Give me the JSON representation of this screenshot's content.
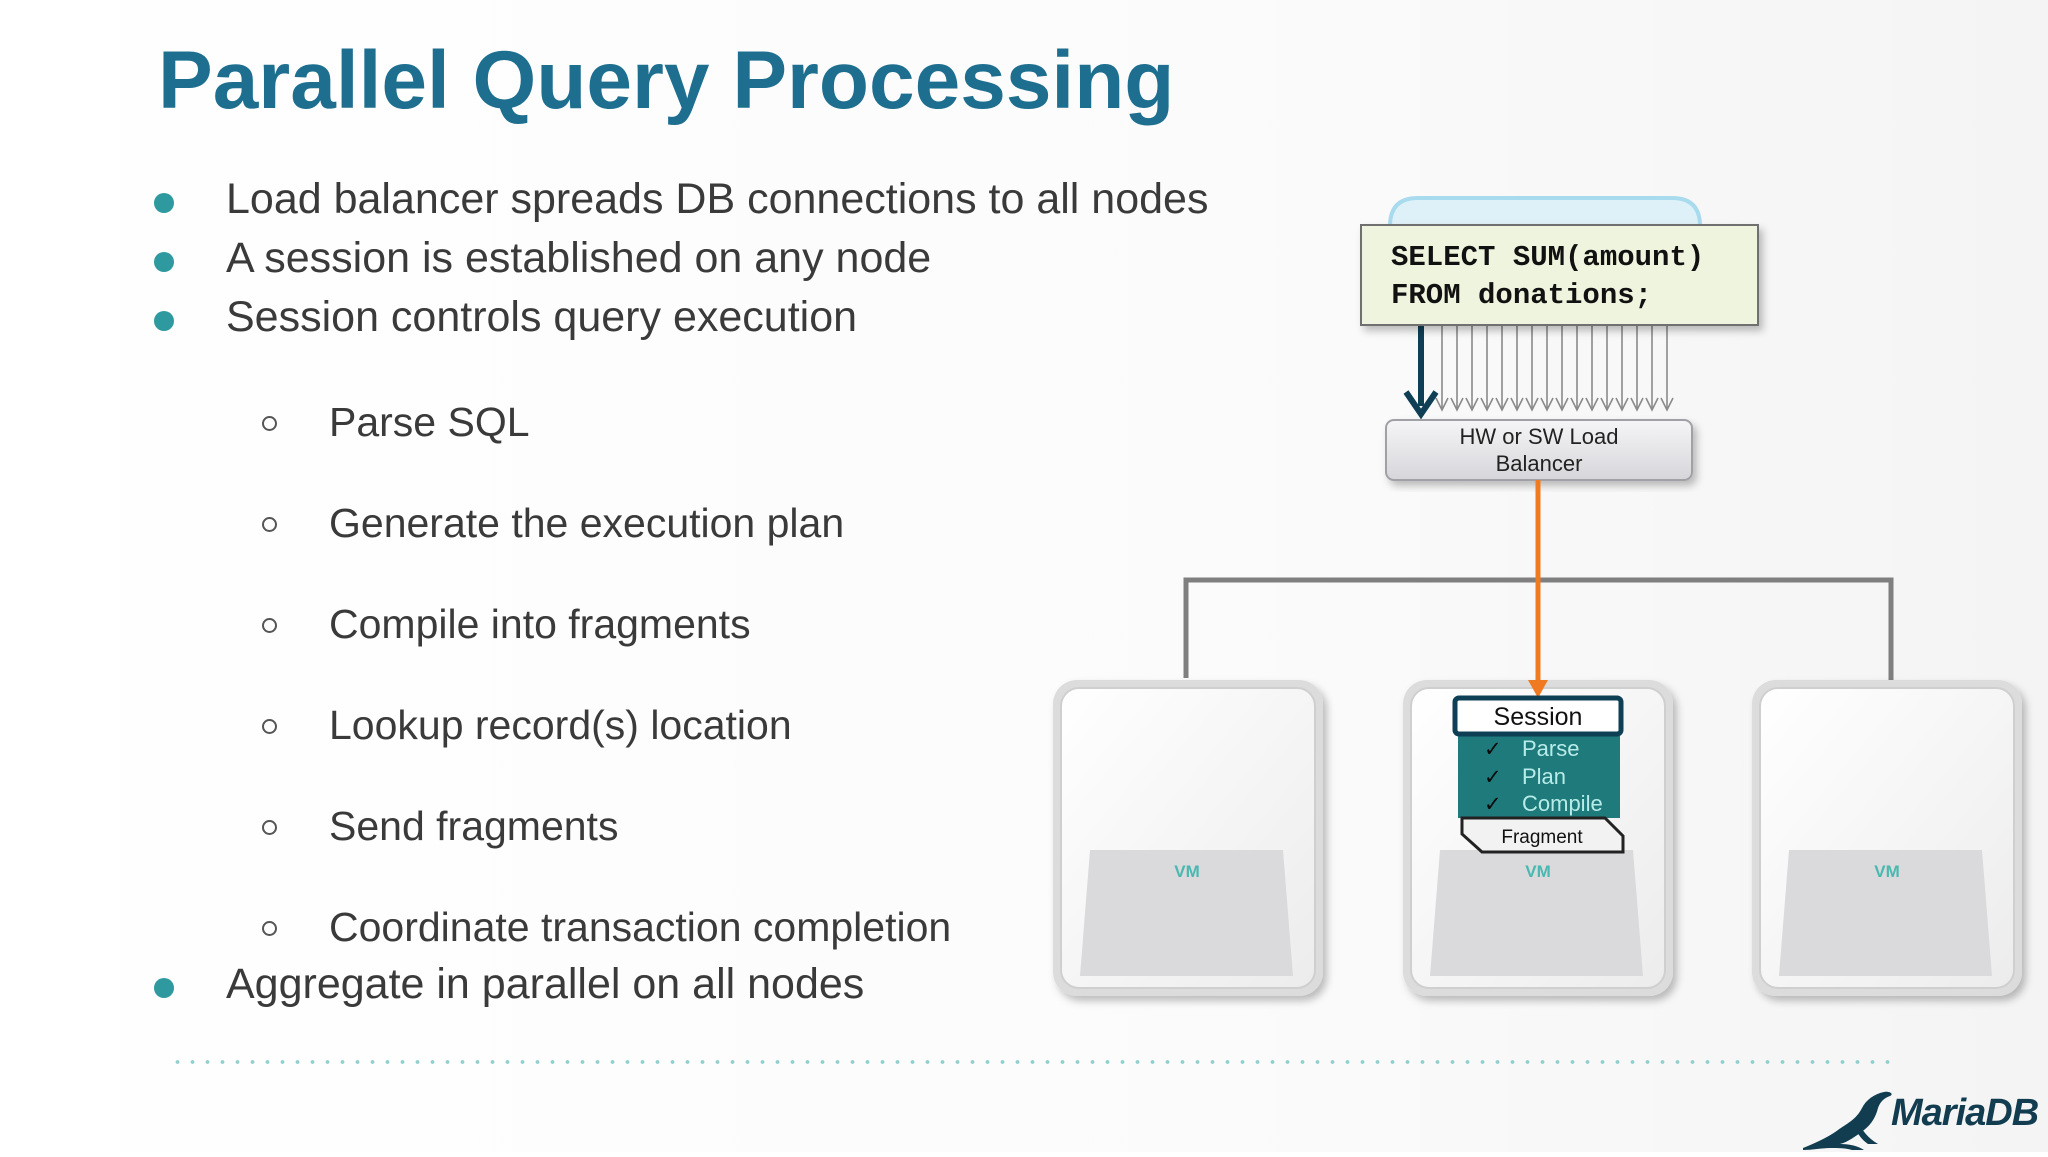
{
  "slide": {
    "title": "Parallel Query Processing",
    "bullets": [
      "Load balancer spreads DB connections to all nodes",
      "A session is established on any node",
      "Session controls query execution"
    ],
    "sub_bullets": [
      "Parse SQL",
      "Generate the execution plan",
      "Compile into fragments",
      "Lookup record(s) location",
      "Send fragments",
      "Coordinate transaction completion"
    ],
    "final_bullet": "Aggregate in parallel on all nodes"
  },
  "diagram": {
    "sql_line1": "SELECT SUM(amount)",
    "sql_line2": "FROM donations;",
    "load_balancer_line1": "HW or SW Load",
    "load_balancer_line2": "Balancer",
    "session_label": "Session",
    "steps": [
      "Parse",
      "Plan",
      "Compile"
    ],
    "fragment_label": "Fragment",
    "vm_label": "VM"
  },
  "logo": {
    "text": "MariaDB"
  },
  "colors": {
    "title": "#1e6f8f",
    "bullet": "#2e9a9f",
    "orange_line": "#f07a22",
    "session_fill": "#1f7a7c",
    "vm_label": "#49b8b0"
  }
}
